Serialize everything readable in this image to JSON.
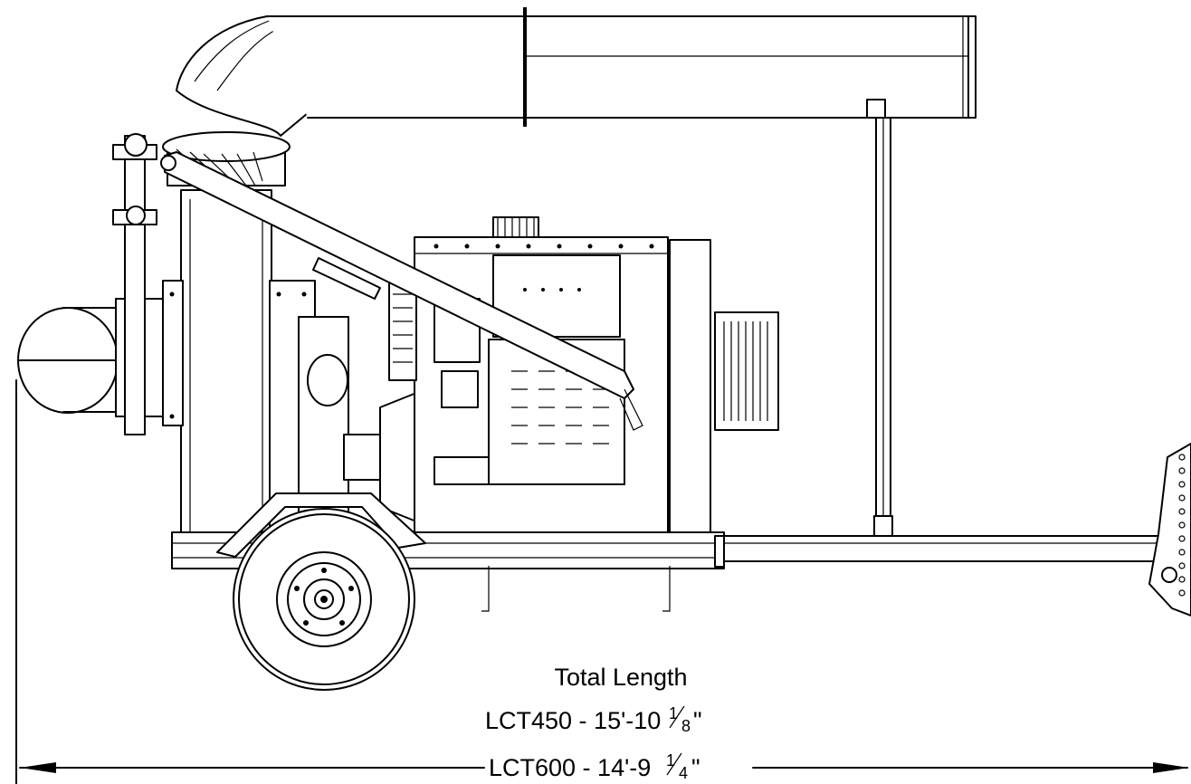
{
  "dimension": {
    "heading": "Total Length",
    "lines": [
      {
        "prefix": "LCT450 - 15'-10",
        "frac_num": "1",
        "frac_den": "8",
        "suffix": "\""
      },
      {
        "prefix": "LCT600 - 14'-9 ",
        "frac_num": "1",
        "frac_den": "4",
        "suffix": "\""
      }
    ]
  }
}
